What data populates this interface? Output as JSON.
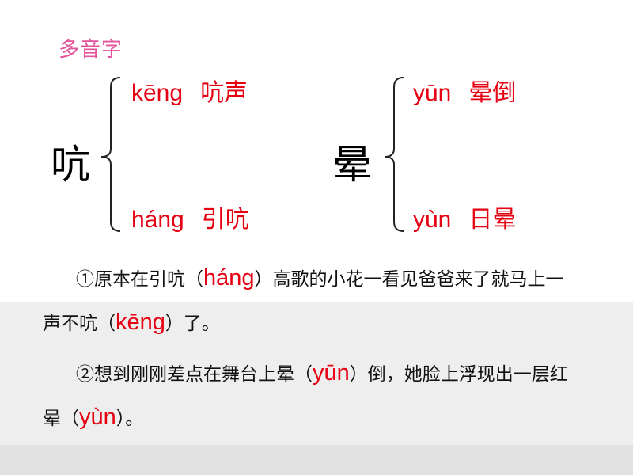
{
  "title": "多音字",
  "groups": [
    {
      "char": "吭",
      "readings": [
        {
          "pinyin": "kēng",
          "word": "吭声"
        },
        {
          "pinyin": "háng",
          "word": "引吭"
        }
      ]
    },
    {
      "char": "晕",
      "readings": [
        {
          "pinyin": "yūn",
          "word": "晕倒"
        },
        {
          "pinyin": "yùn",
          "word": "日晕"
        }
      ]
    }
  ],
  "sentences": [
    {
      "line1": {
        "pre": "①原本在引吭（",
        "ans": "háng",
        "post": "）高歌的小花一看见爸爸来了就马上一"
      },
      "line2": {
        "pre": "声不吭（",
        "ans": "kēng",
        "post": "）了。"
      }
    },
    {
      "line1": {
        "pre": "②想到刚刚差点在舞台上晕（",
        "ans": "yūn",
        "post": "）倒，她脸上浮现出一层红"
      },
      "line2": {
        "pre": "晕（",
        "ans": "yùn",
        "post": "）。"
      }
    }
  ],
  "colors": {
    "title": "#e0529a",
    "answer": "#e60012",
    "band": "#eeeeee"
  }
}
